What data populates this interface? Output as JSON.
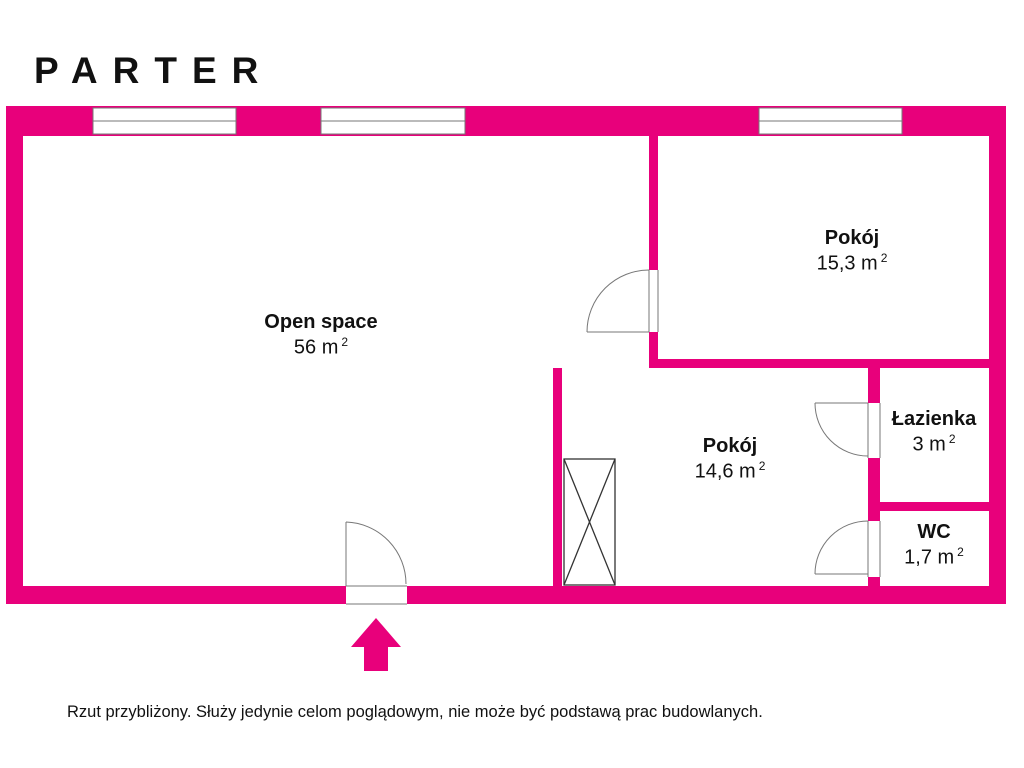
{
  "floor": {
    "title": "PARTER"
  },
  "colors": {
    "wall": "#e8007b",
    "window": "#ffffff",
    "line": "#777777"
  },
  "rooms": [
    {
      "name": "Open space",
      "area": "56 m",
      "sup": "2"
    },
    {
      "name": "Pokój",
      "area": "15,3 m",
      "sup": "2"
    },
    {
      "name": "Pokój",
      "area": "14,6 m",
      "sup": "2"
    },
    {
      "name": "Łazienka",
      "area": "3 m",
      "sup": "2"
    },
    {
      "name": "WC",
      "area": "1,7 m",
      "sup": "2"
    }
  ],
  "icons": {
    "entrance": "entrance-arrow-icon"
  },
  "disclaimer": "Rzut przybliżony. Służy jedynie celom poglądowym, nie może być podstawą prac budowlanych."
}
